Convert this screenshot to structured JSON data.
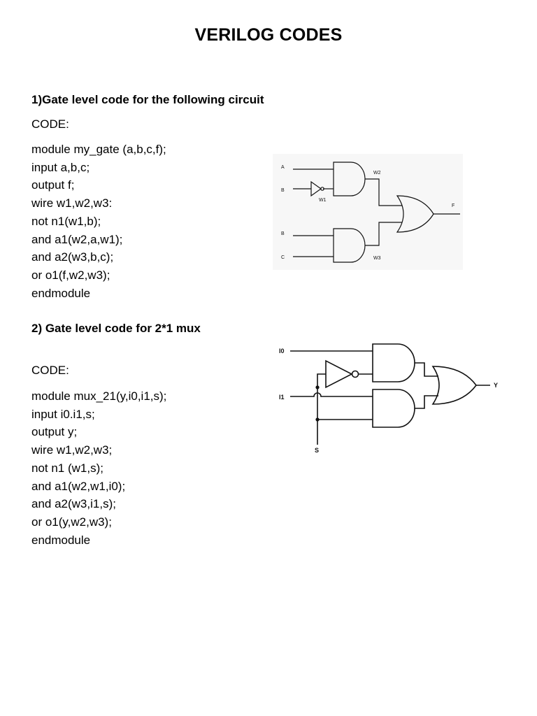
{
  "document": {
    "title": "VERILOG CODES"
  },
  "section1": {
    "heading": "1)Gate level code for the following circuit",
    "code_label": "CODE:",
    "code_lines": [
      "module my_gate (a,b,c,f);",
      "input a,b,c;",
      "output f;",
      "wire w1,w2,w3:",
      "not n1(w1,b);",
      "and a1(w2,a,w1);",
      "and a2(w3,b,c);",
      "or o1(f,w2,w3);",
      "endmodule"
    ],
    "circuit": {
      "labels": {
        "a": "A",
        "b1": "B",
        "b2": "B",
        "c": "C",
        "w1": "W1",
        "w2": "W2",
        "w3": "W3",
        "f": "F"
      }
    }
  },
  "section2": {
    "heading": "2) Gate level code for 2*1 mux",
    "code_label": "CODE:",
    "code_lines": [
      "module mux_21(y,i0,i1,s);",
      "input i0.i1,s;",
      "output y;",
      "wire w1,w2,w3;",
      "not n1 (w1,s);",
      "and a1(w2,w1,i0);",
      "and a2(w3,i1,s);",
      "or o1(y,w2,w3);",
      "endmodule"
    ],
    "circuit": {
      "labels": {
        "i0": "I0",
        "i1": "I1",
        "s": "S",
        "y": "Y"
      }
    }
  }
}
